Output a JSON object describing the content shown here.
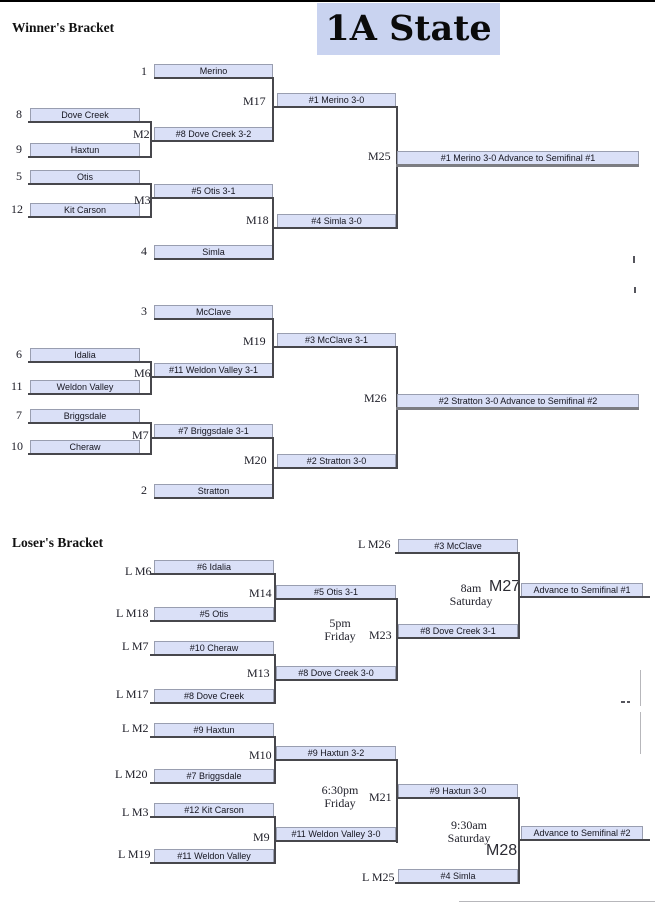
{
  "title": "1A State",
  "headings": {
    "winners": "Winner's Bracket",
    "losers": "Loser's Bracket"
  },
  "seeds": {
    "merino": "1",
    "dove_creek": "8",
    "haxtun": "9",
    "otis": "5",
    "kit_carson": "12",
    "simla": "4",
    "mcclave": "3",
    "idalia": "6",
    "weldon_valley": "11",
    "briggsdale": "7",
    "cheraw": "10",
    "stratton": "2"
  },
  "winners": {
    "teams": {
      "merino": "Merino",
      "dove_creek": "Dove Creek",
      "haxtun": "Haxtun",
      "otis": "Otis",
      "kit_carson": "Kit Carson",
      "simla": "Simla",
      "mcclave": "McClave",
      "idalia": "Idalia",
      "weldon_valley": "Weldon Valley",
      "briggsdale": "Briggsdale",
      "cheraw": "Cheraw",
      "stratton": "Stratton"
    },
    "results": {
      "m2": "#8 Dove Creek 3-2",
      "m3": "#5 Otis 3-1",
      "m17": "#1 Merino 3-0",
      "m18": "#4 Simla 3-0",
      "m25": "#1 Merino 3-0 Advance to Semifinal #1",
      "m6": "#11 Weldon Valley 3-1",
      "m7": "#7 Briggsdale 3-1",
      "m19": "#3 McClave 3-1",
      "m20": "#2 Stratton 3-0",
      "m26": "#2 Stratton 3-0 Advance to Semifinal #2"
    }
  },
  "losers": {
    "entrants": {
      "lm26": "#3 McClave",
      "lm6": "#6 Idalia",
      "lm18": "#5 Otis",
      "lm7": "#10 Cheraw",
      "lm17": "#8 Dove Creek",
      "lm2": "#9 Haxtun",
      "lm20": "#7 Briggsdale",
      "lm3": "#12 Kit Carson",
      "lm19": "#11 Weldon Valley",
      "lm25": "#4 Simla"
    },
    "source_labels": {
      "lm26": "L M26",
      "lm6": "L M6",
      "lm18": "L M18",
      "lm7": "L M7",
      "lm17": "L M17",
      "lm2": "L M2",
      "lm20": "L M20",
      "lm3": "L M3",
      "lm19": "L M19",
      "lm25": "L M25"
    },
    "results": {
      "m14": "#5 Otis 3-1",
      "m13": "#8 Dove Creek 3-0",
      "m23": "#8 Dove Creek 3-1",
      "m27": "Advance to Semifinal #1",
      "m10": "#9 Haxtun 3-2",
      "m9": "#11 Weldon Valley 3-0",
      "m21": "#9 Haxtun 3-0",
      "m28": "Advance to Semifinal #2"
    }
  },
  "match_labels": {
    "m2": "M2",
    "m3": "M3",
    "m17": "M17",
    "m18": "M18",
    "m25": "M25",
    "m6": "M6",
    "m7": "M7",
    "m19": "M19",
    "m20": "M20",
    "m26": "M26",
    "m14": "M14",
    "m13": "M13",
    "m23": "M23",
    "m27": "M27",
    "m10": "M10",
    "m9": "M9",
    "m21": "M21",
    "m28": "M28"
  },
  "schedule": {
    "m23": {
      "time": "5pm",
      "day": "Friday"
    },
    "m27": {
      "time": "8am",
      "day": "Saturday"
    },
    "m21": {
      "time": "6:30pm",
      "day": "Friday"
    },
    "m28": {
      "time": "9:30am",
      "day": "Saturday"
    }
  },
  "colors": {
    "box_fill": "#dae0f7",
    "title_bg": "#c9d3f0",
    "bracket_line": "#47474c"
  }
}
